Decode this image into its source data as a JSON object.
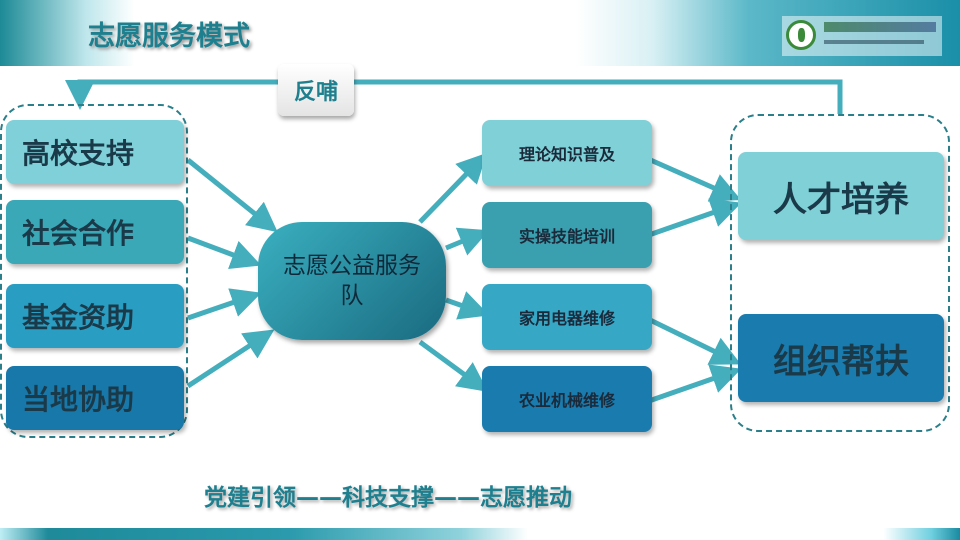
{
  "header": {
    "title": "志愿服务模式"
  },
  "feedback": {
    "label": "反哺"
  },
  "sources": [
    {
      "label": "高校支持",
      "color": "#7fd0d8"
    },
    {
      "label": "社会合作",
      "color": "#3aa8b6"
    },
    {
      "label": "基金资助",
      "color": "#2a9ec2"
    },
    {
      "label": "当地协助",
      "color": "#1878aa"
    }
  ],
  "center": {
    "label": "志愿公益服务队"
  },
  "services": [
    {
      "label": "理论知识普及",
      "color": "#80d0d8"
    },
    {
      "label": "实操技能培训",
      "color": "#3a9fae"
    },
    {
      "label": "家用电器维修",
      "color": "#36a8c6"
    },
    {
      "label": "农业机械维修",
      "color": "#1a7cae"
    }
  ],
  "outcomes": [
    {
      "label": "人才培养",
      "color": "#80d0d8"
    },
    {
      "label": "组织帮扶",
      "color": "#1a7cae"
    }
  ],
  "slogan": "党建引领——科技支撑——志愿推动",
  "colors": {
    "accent": "#1e7f8e",
    "arrow": "#45aebd"
  }
}
